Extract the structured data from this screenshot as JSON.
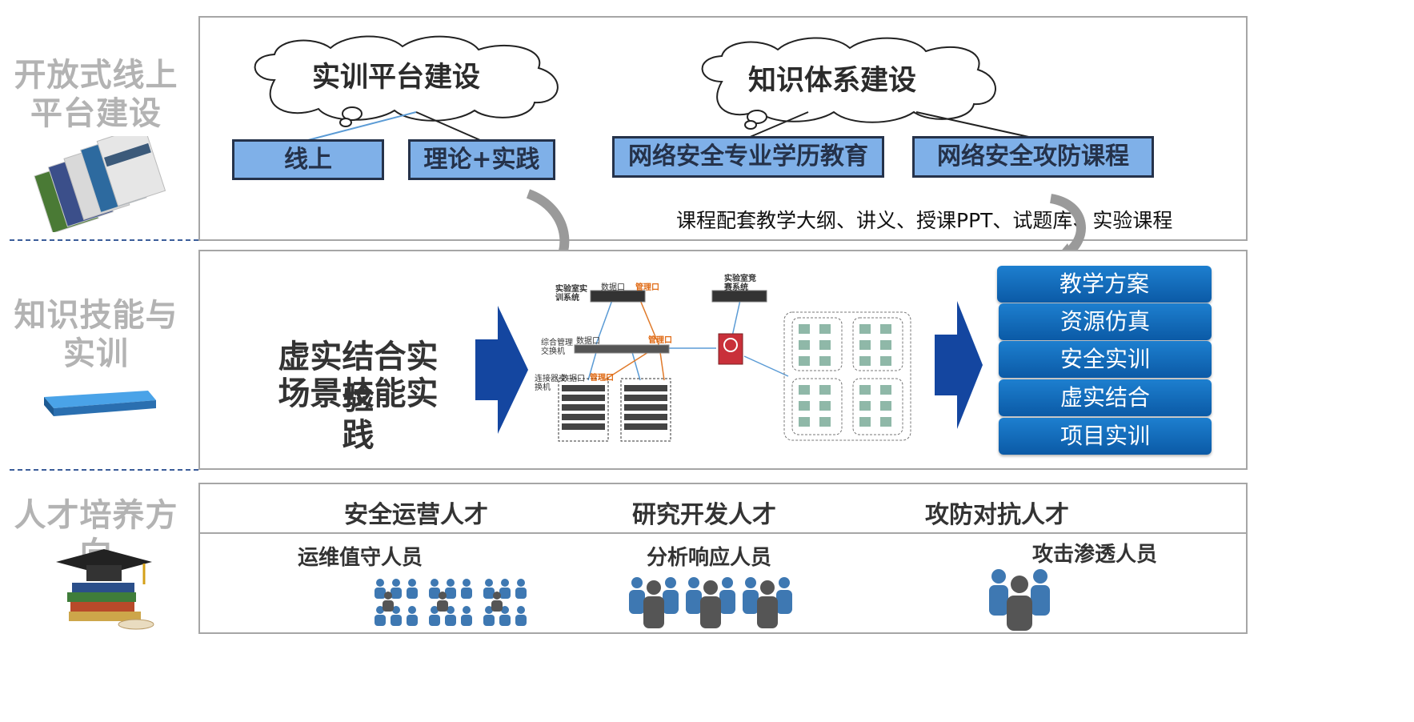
{
  "sections": {
    "platform": {
      "title": "开放式线上平台建设"
    },
    "skills": {
      "title": "知识技能与实训"
    },
    "talent": {
      "title": "人才培养方向"
    }
  },
  "top": {
    "cloud_left": "实训平台建设",
    "cloud_right": "知识体系建设",
    "box_online": "线上",
    "box_theory": "理论+实践",
    "box_education": "网络安全专业学历教育",
    "box_course": "网络安全攻防课程",
    "note": "课程配套教学大纲、讲义、授课PPT、试题库、实验课程"
  },
  "middle": {
    "main_text_line1": "虚实结合实验",
    "main_text_line2": "场景技能实践",
    "network": {
      "lab_training_system": "实验室实训系统",
      "lab_competition_system": "实验室竞赛系统",
      "data_port_1": "数据口",
      "mgmt_port_1": "管理口",
      "mgmt_switch": "综合管理交换机",
      "data_port_2": "数据口",
      "mgmt_port_2": "管理口",
      "access_switch": "连接器交换机",
      "data_port_3": "数据口",
      "mgmt_port_3": "管理口"
    },
    "skills_list": [
      "教学方案",
      "资源仿真",
      "安全实训",
      "虚实结合",
      "项目实训"
    ]
  },
  "bottom": {
    "directions": [
      "安全运营人才",
      "研究开发人才",
      "攻防对抗人才"
    ],
    "roles": [
      "运维值守人员",
      "分析响应人员",
      "攻击渗透人员"
    ]
  },
  "colors": {
    "box_fill": "#7fb0e8",
    "skill_blue": "#0b5aa6",
    "arrow_blue": "#1446a0",
    "people_blue": "#3e78b2",
    "people_gray": "#4d4d4d",
    "section_gray": "#b3b3b3"
  }
}
